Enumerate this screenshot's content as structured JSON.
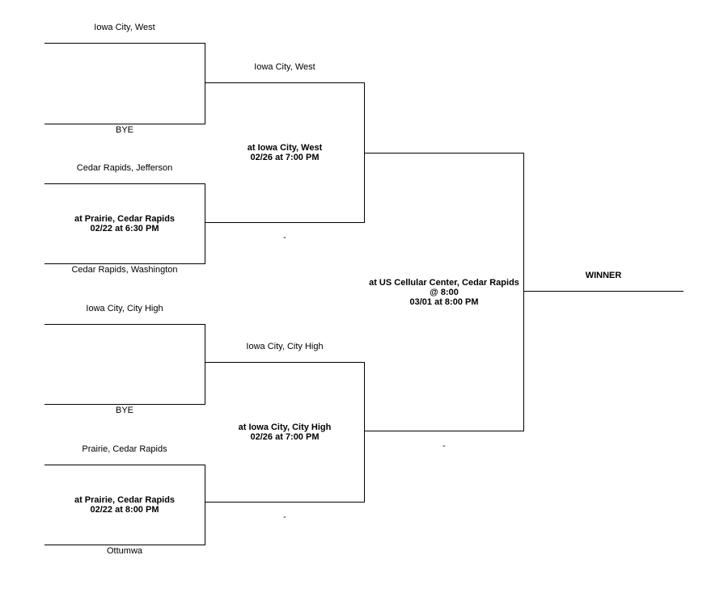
{
  "round1": {
    "m1": {
      "top": "Iowa City, West",
      "bottom": "BYE"
    },
    "m2": {
      "top": "Cedar Rapids, Jefferson",
      "bottom": "Cedar Rapids, Washington",
      "site": "at Prairie, Cedar Rapids",
      "time": "02/22 at 6:30 PM"
    },
    "m3": {
      "top": "Iowa City, City High",
      "bottom": "BYE"
    },
    "m4": {
      "top": "Prairie, Cedar Rapids",
      "bottom": "Ottumwa",
      "site": "at Prairie, Cedar Rapids",
      "time": "02/22 at 8:00 PM"
    }
  },
  "round2": {
    "m1": {
      "top": "Iowa City, West",
      "bottom": "-",
      "site": "at Iowa City, West",
      "time": "02/26 at 7:00 PM"
    },
    "m2": {
      "top": "Iowa City, City High",
      "bottom": "-",
      "site": "at Iowa City, City High",
      "time": "02/26 at 7:00 PM"
    }
  },
  "final": {
    "bottom": "-",
    "site": "at US Cellular Center, Cedar Rapids",
    "note": "@ 8:00",
    "time": "03/01 at 8:00 PM"
  },
  "winner_label": "WINNER"
}
